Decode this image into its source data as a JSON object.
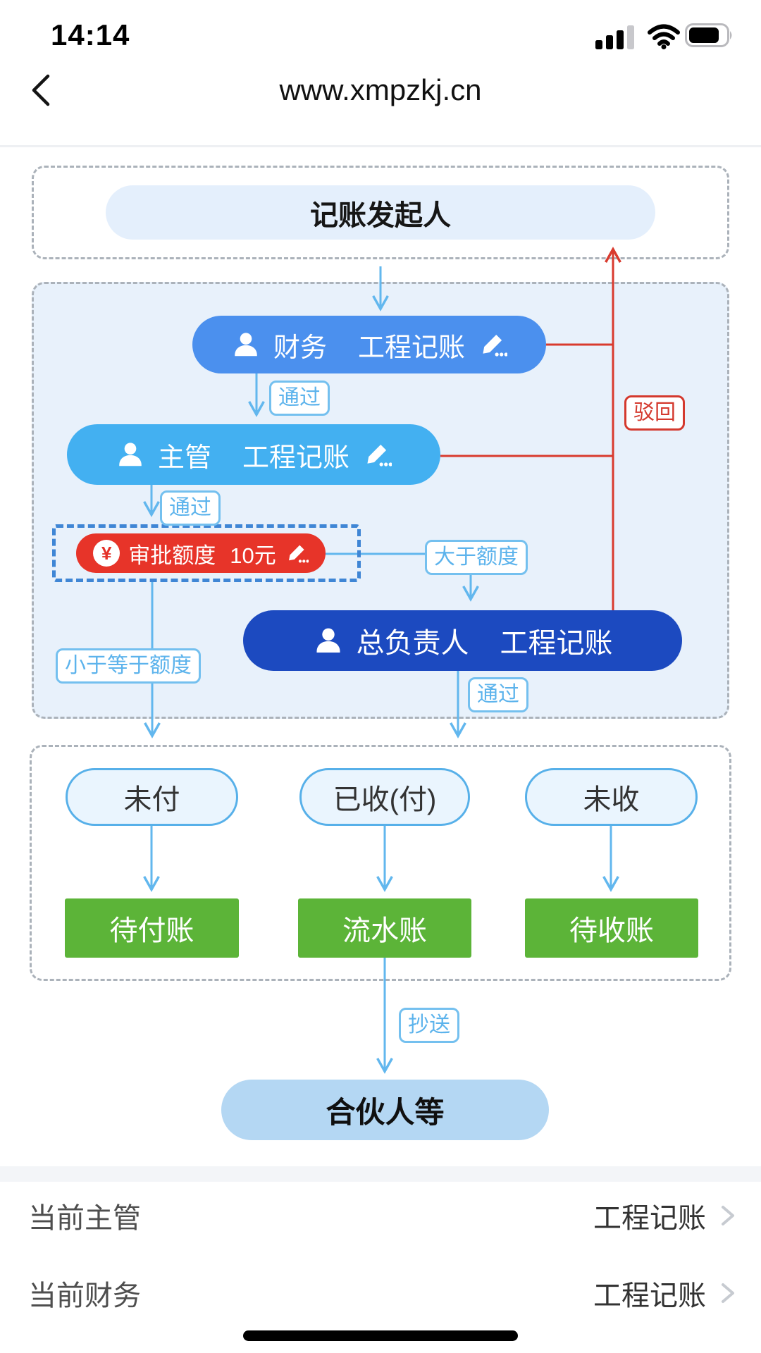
{
  "status_bar": {
    "time": "14:14"
  },
  "nav": {
    "title": "www.xmpzkj.cn"
  },
  "flow": {
    "initiator": {
      "label": "记账发起人"
    },
    "nodes": {
      "finance": {
        "role": "财务",
        "name": "工程记账"
      },
      "manager": {
        "role": "主管",
        "name": "工程记账"
      },
      "chief": {
        "role": "总负责人",
        "name": "工程记账"
      }
    },
    "quota": {
      "currency": "¥",
      "label": "审批额度",
      "value": "10元"
    },
    "edges": {
      "approve": "通过",
      "greater": "大于额度",
      "less_equal": "小于等于额度",
      "reject": "驳回",
      "cc": "抄送"
    },
    "statuses": [
      {
        "status": "未付",
        "ledger": "待付账"
      },
      {
        "status": "已收(付)",
        "ledger": "流水账"
      },
      {
        "status": "未收",
        "ledger": "待收账"
      }
    ],
    "partner": {
      "label": "合伙人等"
    }
  },
  "settings": {
    "rows": [
      {
        "label": "当前主管",
        "value": "工程记账"
      },
      {
        "label": "当前财务",
        "value": "工程记账"
      }
    ]
  },
  "colors": {
    "finance_blue": "#4b90ee",
    "manager_blue": "#43b0f1",
    "chief_blue": "#1c4ac0",
    "quota_red": "#e73429",
    "reject_red": "#d93a2e",
    "connector_blue": "#62b7ee",
    "ledger_green": "#5cb438",
    "initiator_bg": "#e4effc",
    "partner_bg": "#b4d7f3",
    "main_box_bg": "#e8f1fb"
  }
}
